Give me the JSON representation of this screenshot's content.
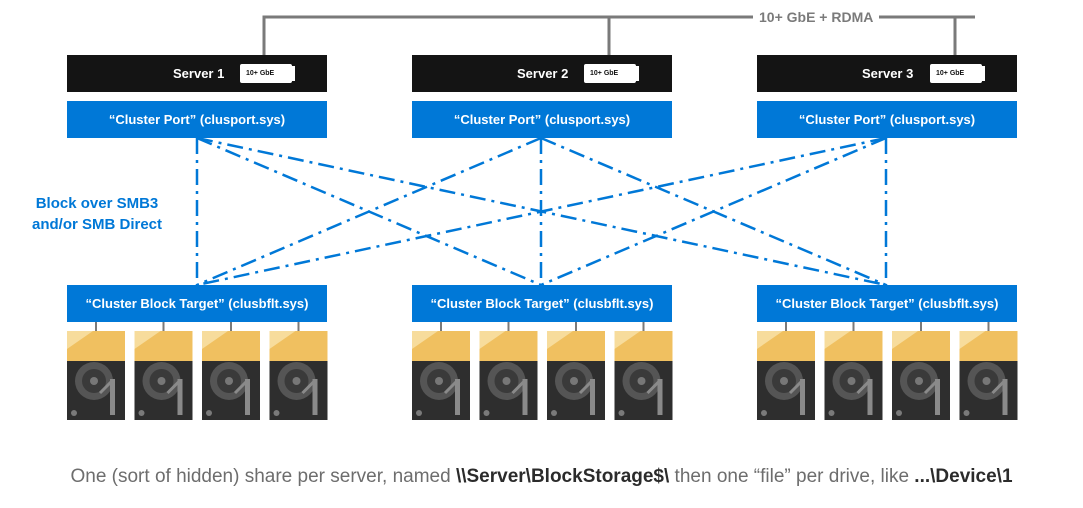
{
  "network": {
    "link_label": "10+ GbE + RDMA"
  },
  "nodes": [
    {
      "server": "Server 1",
      "nic": "10+ GbE",
      "port": "“Cluster Port” (clusport.sys)",
      "target": "“Cluster Block Target” (clusbflt.sys)"
    },
    {
      "server": "Server 2",
      "nic": "10+ GbE",
      "port": "“Cluster Port” (clusport.sys)",
      "target": "“Cluster Block Target” (clusbflt.sys)"
    },
    {
      "server": "Server 3",
      "nic": "10+ GbE",
      "port": "“Cluster Port” (clusport.sys)",
      "target": "“Cluster Block Target” (clusbflt.sys)"
    }
  ],
  "drives_per_server": 4,
  "transport_note": {
    "line1": "Block over SMB3",
    "line2": "and/or SMB Direct"
  },
  "caption": {
    "part1": "One (sort of hidden) share per server, named ",
    "share_path": "\\\\Server\\BlockStorage$\\",
    "part2": " then one “file” per drive, like ",
    "device_path": "...\\Device\\1"
  },
  "colors": {
    "accent_blue": "#0078d7",
    "server_black": "#141414",
    "link_gray": "#7a7a7a",
    "drive_gold": "#f0c060",
    "drive_body": "#2e2e2e"
  }
}
